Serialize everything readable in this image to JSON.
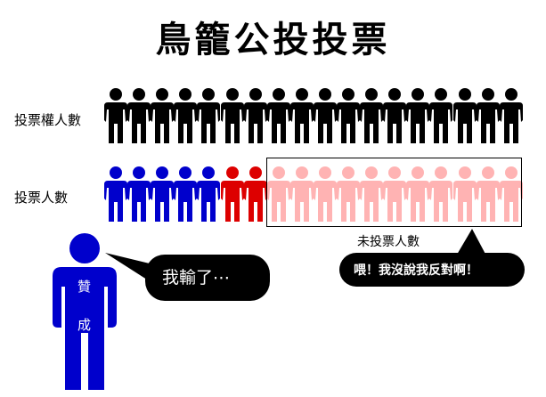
{
  "title": "鳥籠公投投票",
  "eligible_label": "投票權人數",
  "voter_label": "投票人數",
  "eligible_count": 18,
  "voters": {
    "yes_count": 5,
    "no_count": 2,
    "not_voted_count": 11
  },
  "not_voted_label": "未投票人數",
  "speech_left": "我輸了⋯",
  "speech_right": "喂！我沒說我反對啊！",
  "big_figure_label": "贊成",
  "colors": {
    "eligible": "#000000",
    "yes": "#0000cc",
    "no": "#dd0000",
    "not_voted": "#ffb3b3",
    "bubble": "#000000"
  }
}
